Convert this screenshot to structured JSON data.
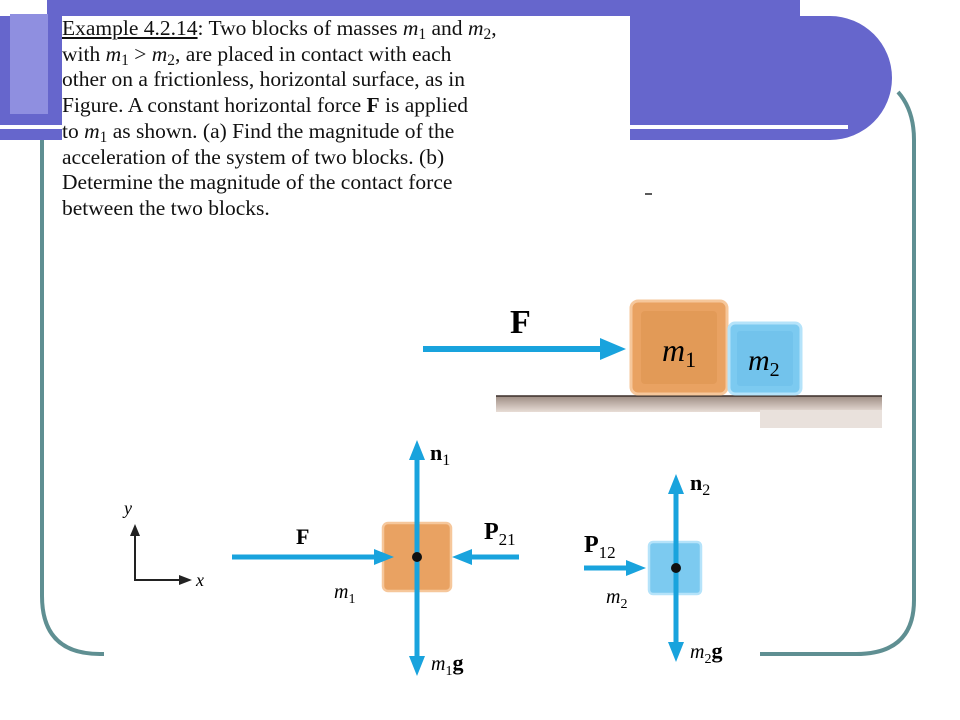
{
  "problem": {
    "label": "Example 4.2.14",
    "line1_after_label": ": Two blocks of masses ",
    "m1_sym": "m",
    "m1_sub": "1",
    "and": " and ",
    "m2_sym": "m",
    "m2_sub": "2",
    "comma": ",",
    "line2_with": "with ",
    "gt": " > ",
    "line2_rest": ",  are placed in contact with each",
    "line3": "other on a frictionless, horizontal surface, as in",
    "line4_pre": "Figure. A constant horizontal force ",
    "force_symbol": "F",
    "line4_post": " is applied",
    "line5_pre": "to ",
    "line5_post": " as shown. (a) Find the magnitude of the",
    "line6": "acceleration of the system of two blocks. (b)",
    "line7": "Determine the magnitude of the contact force",
    "line8": "between the two blocks."
  },
  "figure": {
    "top": {
      "force_label": "F",
      "block1_sym": "m",
      "block1_sub": "1",
      "block2_sym": "m",
      "block2_sub": "2"
    },
    "axes": {
      "y_label": "y",
      "x_label": "x"
    },
    "fbd1": {
      "normal_sym": "n",
      "normal_sub": "1",
      "applied_sym": "F",
      "contact_sym": "P",
      "contact_sub": "21",
      "mass_sym": "m",
      "mass_sub": "1",
      "weight_m": "m",
      "weight_sub": "1",
      "weight_g": "g"
    },
    "fbd2": {
      "normal_sym": "n",
      "normal_sub": "2",
      "contact_sym": "P",
      "contact_sub": "12",
      "mass_sym": "m",
      "mass_sub": "2",
      "weight_m": "m",
      "weight_sub": "2",
      "weight_g": "g"
    }
  },
  "colors": {
    "slide_accent": "#6666cc",
    "frame_teal": "#5f8f92",
    "arrow_blue": "#19a3dd",
    "block1_orange": "#e9a262",
    "block2_blue": "#7ccaf0",
    "surface": "#c9b7ac"
  }
}
